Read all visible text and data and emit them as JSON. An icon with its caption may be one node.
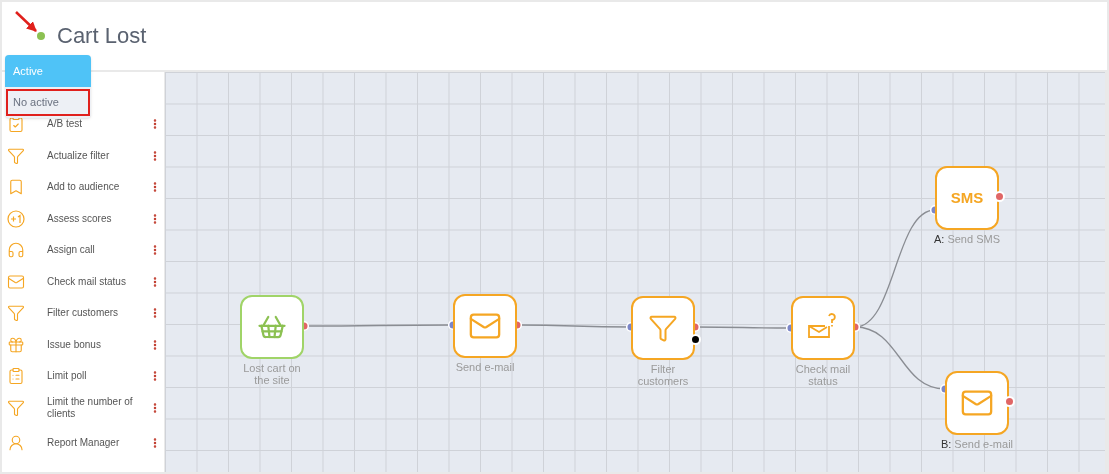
{
  "diagram": {
    "title": "Cart Lost",
    "nodes": [
      {
        "text": [],
        "shape": "circle"
      },
      {
        "text": [],
        "shape": "box",
        "beside": [
          "Lost cart on the site"
        ]
      },
      {
        "text": [],
        "shape": "box",
        "beside": [
          "Send e-mail"
        ]
      },
      {
        "text": [],
        "shape": "box",
        "beside": [
          "Filter customers"
        ]
      },
      {
        "text": [],
        "shape": "box",
        "beside": [
          "Check mail status"
        ]
      },
      {
        "text": [
          "SMS"
        ],
        "beside": [
          "A:",
          "Send SMS"
        ]
      },
      {
        "text": [],
        "shape": "box",
        "beside": [
          "B:",
          "Send e-mail"
        ]
      }
    ],
    "edges": [
      {
        "from": null,
        "to": 0,
        "arrow": "to",
        "color": "#e0201c"
      },
      {
        "from": 1,
        "to": 2,
        "arrow": "other"
      },
      {
        "from": 2,
        "to": 3,
        "arrow": "other"
      },
      {
        "from": 3,
        "to": 4,
        "arrow": "other"
      },
      {
        "from": 4,
        "to": 5,
        "arrow": "other"
      },
      {
        "from": 4,
        "to": 6,
        "arrow": "other"
      }
    ],
    "labels": [
      "Active",
      "No active",
      "A/B test",
      "Actualize filter",
      "Add to audience",
      "Assess scores",
      "Assign call",
      "Check mail status",
      "Filter customers",
      "Issue bonus",
      "Limit poll",
      "Limit the number of clients",
      "Report Manager"
    ]
  }
}
